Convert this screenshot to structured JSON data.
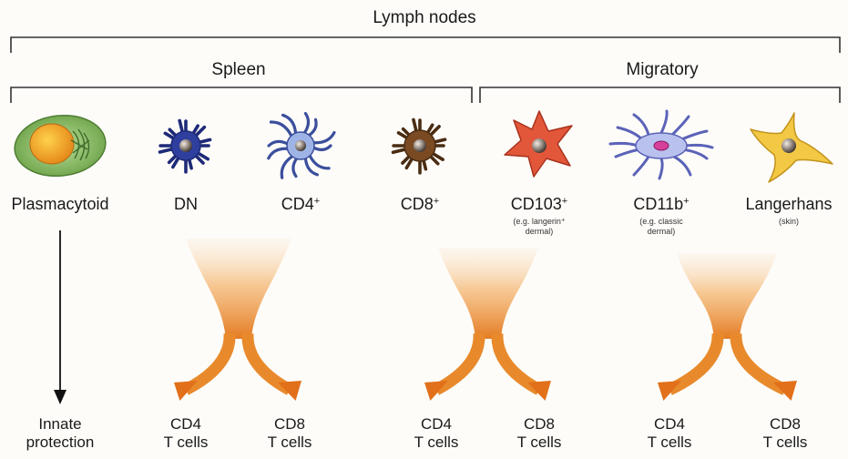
{
  "headers": {
    "lymph_nodes": "Lymph nodes",
    "spleen": "Spleen",
    "migratory": "Migratory"
  },
  "cells": [
    {
      "name": "Plasmacytoid",
      "sup": "",
      "note": "",
      "icon": "plasmacytoid-cell",
      "color": "#8bc26a"
    },
    {
      "name": "DN",
      "sup": "",
      "note": "",
      "icon": "dn-dendritic-cell",
      "color": "#2e3f9e"
    },
    {
      "name": "CD4",
      "sup": "+",
      "note": "",
      "icon": "cd4-dendritic-cell",
      "color": "#9fb4e6"
    },
    {
      "name": "CD8",
      "sup": "+",
      "note": "",
      "icon": "cd8-dendritic-cell",
      "color": "#7a4a22"
    },
    {
      "name": "CD103",
      "sup": "+",
      "note": "(e.g. langerin⁺\ndermal)",
      "icon": "cd103-dendritic-cell",
      "color": "#e2573a"
    },
    {
      "name": "CD11b",
      "sup": "+",
      "note": "(e.g. classic\ndermal)",
      "icon": "cd11b-dendritic-cell",
      "color": "#b9c2ef"
    },
    {
      "name": "Langerhans",
      "sup": "",
      "note": "(skin)",
      "icon": "langerhans-cell",
      "color": "#f2c845"
    }
  ],
  "outcomes": [
    "Innate\nprotection",
    "CD4\nT cells",
    "CD8\nT cells",
    "CD4\nT cells",
    "CD8\nT cells",
    "CD4\nT cells",
    "CD8\nT cells"
  ],
  "colors": {
    "arrow": "#e88a2c",
    "bracket": "#333333",
    "innate_arrow": "#111111"
  }
}
